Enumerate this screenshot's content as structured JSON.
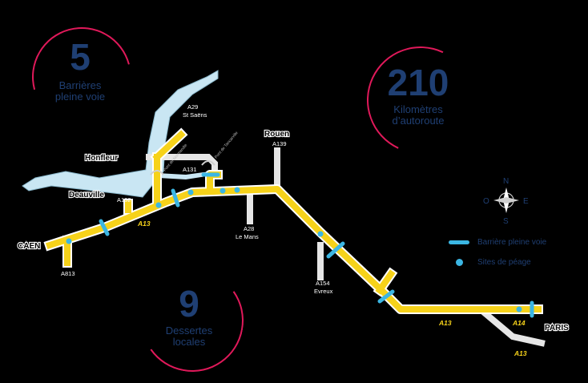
{
  "stats": {
    "barrieres": {
      "value": "5",
      "label_line1": "Barrières",
      "label_line2": "pleine voie"
    },
    "km": {
      "value": "210",
      "label_line1": "Kilomètres",
      "label_line2": "d’autoroute"
    },
    "dessertes": {
      "value": "9",
      "label_line1": "Dessertes",
      "label_line2": "locales"
    }
  },
  "places": {
    "caen": "CAEN",
    "honfleur": "Honfleur",
    "deauville": "Deauville",
    "rouen": "Rouen",
    "paris": "PARIS",
    "st_saens": "St Saëns",
    "le_mans": "Le Mans",
    "evreux": "Evreux"
  },
  "roads": {
    "a13_west": "A13",
    "a13_east": "A13",
    "a13_south": "A13",
    "a14": "A14",
    "a29": "A29",
    "a131": "A131",
    "a132": "A132",
    "a139": "A139",
    "a28": "A28",
    "a154": "A154",
    "a813": "A813"
  },
  "bridges": {
    "normandie": "Pont de Normandie",
    "tancarville": "Pont de Tancarville"
  },
  "compass": {
    "n": "N",
    "s": "S",
    "e": "E",
    "o": "O"
  },
  "legend": {
    "barriere": "Barrière pleine voie",
    "peage": "Sites de péage"
  },
  "colors": {
    "highway": "#f6d21a",
    "highway_outline": "#ffffff",
    "secondary_road": "#e6e6e6",
    "toll": "#3bb6e3",
    "river": "#c9e6f3",
    "stat_text": "#1f3f73",
    "arc": "#e0195a"
  }
}
